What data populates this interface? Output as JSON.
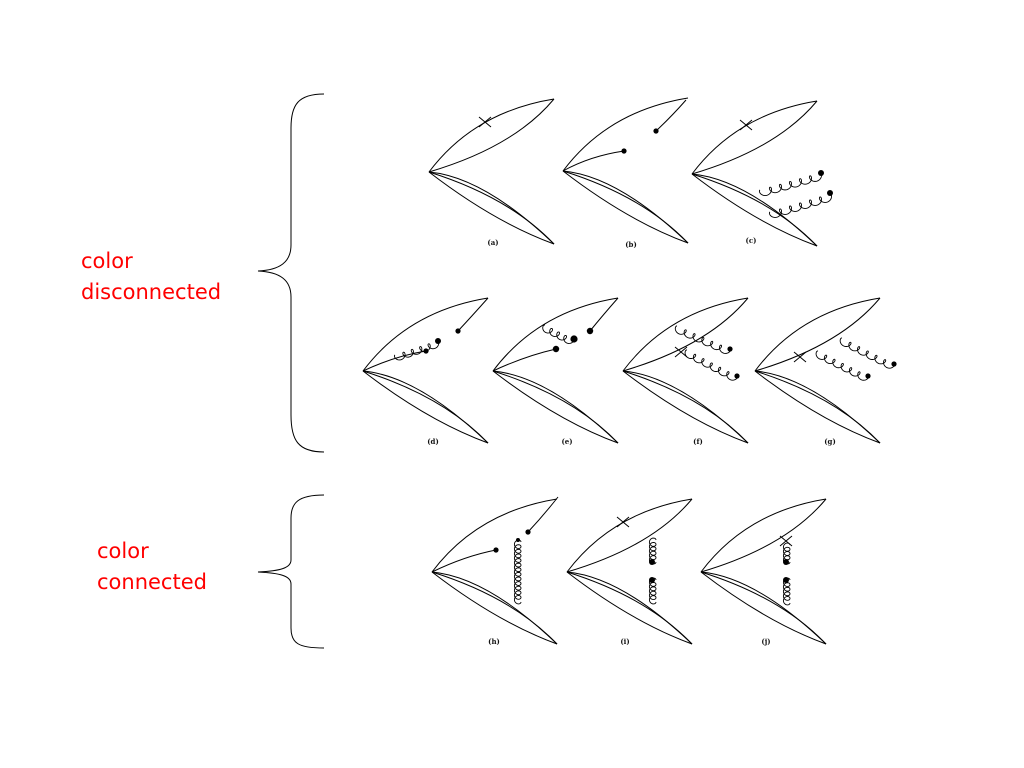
{
  "groups": [
    {
      "id": "disconnected",
      "label_lines": [
        "color",
        "disconnected"
      ]
    },
    {
      "id": "connected",
      "label_lines": [
        "color",
        "connected"
      ]
    }
  ],
  "diagrams": [
    {
      "id": "a",
      "caption": "(a)"
    },
    {
      "id": "b",
      "caption": "(b)"
    },
    {
      "id": "c",
      "caption": "(c)"
    },
    {
      "id": "d",
      "caption": "(d)"
    },
    {
      "id": "e",
      "caption": "(e)"
    },
    {
      "id": "f",
      "caption": "(f)"
    },
    {
      "id": "g",
      "caption": "(g)"
    },
    {
      "id": "h",
      "caption": "(h)"
    },
    {
      "id": "i",
      "caption": "(i)"
    },
    {
      "id": "j",
      "caption": "(j)"
    }
  ],
  "colors": {
    "label": "#ff0000",
    "lines": "#000000"
  }
}
